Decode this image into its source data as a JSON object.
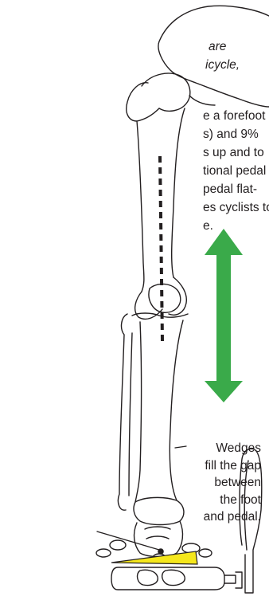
{
  "intro_fragments": [
    "are",
    "icycle,"
  ],
  "body_fragments": [
    "e a forefoot",
    "s) and 9%",
    "s up and to",
    "tional pedal",
    "pedal flat-",
    "es cyclists to",
    "e."
  ],
  "callout": {
    "lines": [
      "Wedges",
      "fill the gap",
      "between",
      "the foot",
      "and pedal."
    ]
  },
  "colors": {
    "arrow": "#3aaa4a",
    "wedge": "#f5e71c",
    "ink": "#231f20"
  }
}
